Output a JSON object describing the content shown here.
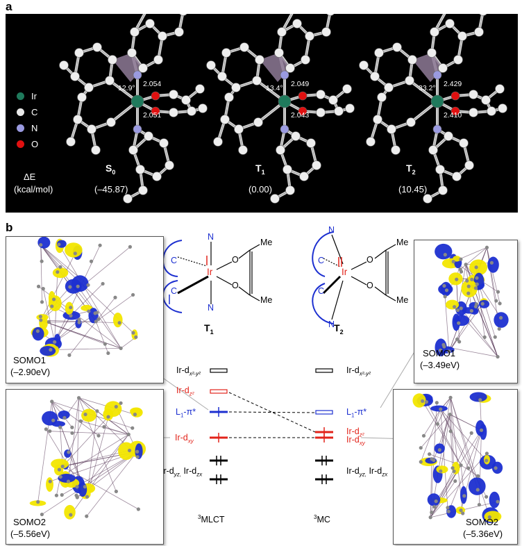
{
  "panel_a": {
    "label": "a",
    "legend": [
      {
        "symbol": "Ir",
        "color": "#1f7a5c"
      },
      {
        "symbol": "C",
        "color": "#e8e8e8"
      },
      {
        "symbol": "N",
        "color": "#9a9ae0"
      },
      {
        "symbol": "O",
        "color": "#e01010"
      }
    ],
    "delta_e": "ΔE",
    "delta_e_unit": "(kcal/mol)",
    "structures": [
      {
        "state": "S",
        "sub": "0",
        "angle": "12.9°",
        "dist_top": "2.054",
        "dist_bottom": "2.051",
        "energy": "(–45.87)"
      },
      {
        "state": "T",
        "sub": "1",
        "angle": "13.4°",
        "dist_top": "2.049",
        "dist_bottom": "2.043",
        "energy": "(0.00)"
      },
      {
        "state": "T",
        "sub": "2",
        "angle": "33.2°",
        "dist_top": "2.429",
        "dist_bottom": "2.410",
        "energy": "(10.45)"
      }
    ]
  },
  "panel_b": {
    "label": "b",
    "orbitals_left": [
      {
        "name": "SOMO1",
        "energy": "(–2.90eV)"
      },
      {
        "name": "SOMO2",
        "energy": "(–5.56eV)"
      }
    ],
    "orbitals_right": [
      {
        "name": "SOMO1",
        "energy": "(–3.49eV)"
      },
      {
        "name": "SOMO2",
        "energy": "(–5.36eV)"
      }
    ],
    "schemes": [
      {
        "state": "T",
        "sub": "1"
      },
      {
        "state": "T",
        "sub": "2"
      }
    ],
    "scheme_atoms": {
      "C": "C",
      "N": "N",
      "Ir": "Ir",
      "O": "O",
      "Me": "Me"
    },
    "levels_left": {
      "dx2y2": "Ir-d",
      "dx2y2_sub": "x²-y²",
      "dz2": "Ir-d",
      "dz2_sub": "z²",
      "pi": "L",
      "pi_sub": "1",
      "pi_rest": "-π*",
      "dxy": "Ir-d",
      "dxy_sub": "xy",
      "dyz_dzx": "Ir-d",
      "dyz_sub": "yz,",
      "dzx_mid": " Ir-d",
      "dzx_sub": "zx"
    },
    "bottom_left": {
      "sup": "3",
      "text": "MLCT"
    },
    "bottom_right": {
      "sup": "3",
      "text": "MC"
    }
  }
}
